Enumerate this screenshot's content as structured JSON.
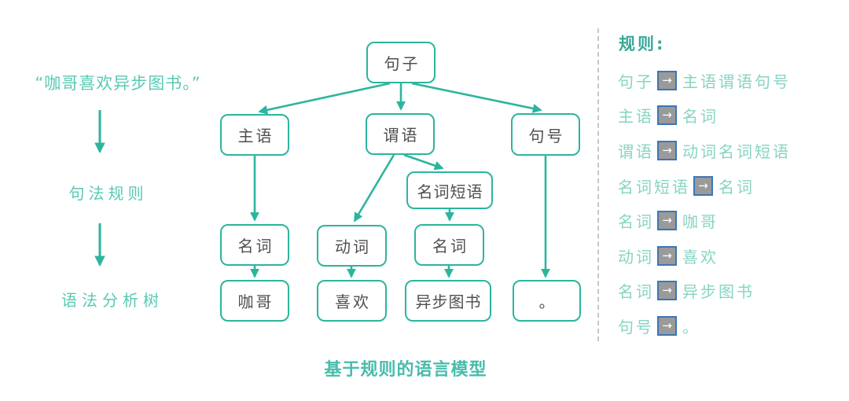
{
  "page": {
    "caption": "基于规则的语言模型"
  },
  "left_panel": {
    "quote": "“咖哥喜欢异步图书。”",
    "label_syntax_rules": "句法规则",
    "label_parse_tree": "语法分析树"
  },
  "tree": {
    "nodes": [
      {
        "id": "sentence",
        "label": "句子"
      },
      {
        "id": "subject",
        "label": "主语"
      },
      {
        "id": "predicate",
        "label": "谓语"
      },
      {
        "id": "period",
        "label": "句号"
      },
      {
        "id": "noun-phrase",
        "label": "名词短语"
      },
      {
        "id": "noun-left",
        "label": "名词"
      },
      {
        "id": "verb",
        "label": "动词"
      },
      {
        "id": "noun-right",
        "label": "名词"
      },
      {
        "id": "word-kage",
        "label": "咖哥"
      },
      {
        "id": "word-like",
        "label": "喜欢"
      },
      {
        "id": "word-books",
        "label": "异步图书"
      },
      {
        "id": "word-stop",
        "label": "。"
      }
    ]
  },
  "rules_panel": {
    "title": "规则:",
    "arrow_icon": "→",
    "items": [
      {
        "lhs": "句子",
        "rhs": "主语谓语句号"
      },
      {
        "lhs": "主语",
        "rhs": "名词"
      },
      {
        "lhs": "谓语",
        "rhs": "动词名词短语"
      },
      {
        "lhs": "名词短语",
        "rhs": "名词"
      },
      {
        "lhs": "名词",
        "rhs": "咖哥"
      },
      {
        "lhs": "动词",
        "rhs": "喜欢"
      },
      {
        "lhs": "名词",
        "rhs": "异步图书"
      },
      {
        "lhs": "句号",
        "rhs": "。"
      }
    ]
  },
  "colors": {
    "tree_stroke": "#2cb59e",
    "node_text": "#4f4f4f",
    "annotation_teal": "#58c9b4",
    "rules_text": "#85d4c3",
    "rules_title": "#38a899",
    "caption": "#48bcab",
    "badge_fill": "#9a9a9a",
    "badge_border": "#3c76b4",
    "divider": "#c8c8c8"
  }
}
